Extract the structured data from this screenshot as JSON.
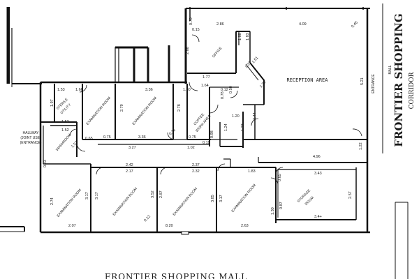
{
  "labels": {
    "reception": "RECEPTION   AREA",
    "office": "OFFICE",
    "hallway": "HALLWAY",
    "joint_use": "(JOINT USE)",
    "entrance_left": "(ENTRANCE)",
    "frontier_vertical": "FRONTIER  SHOPPING",
    "corridor": "CORRIDOR",
    "mall": "MALL",
    "entrance_right": "ENTRANCE",
    "bottom_title": "FRONTIER SHOPPING MALL",
    "sterile": "STERILE",
    "utility": "UTILITY",
    "examination_room": "EXAMINATION ROOM",
    "washroom": "WASHROOM",
    "coffee": "COFFEE",
    "work_area": "WORK AREA",
    "storage": "STORAGE",
    "room": "ROOM"
  },
  "dims": {
    "d286": "2.86",
    "d409": "4.09",
    "d046": "0.46",
    "d015": "0.15",
    "d070": "0.70",
    "d266": "2.66",
    "d188": "1.88",
    "d183": "1.83",
    "d151": "1.51",
    "d137": "1.37",
    "d136": "1.36",
    "d521": "5.21",
    "d177": "1.77",
    "d164": "1.64",
    "d153": "1.53",
    "d166": "1.66",
    "d336": "3.36",
    "d130": "1.30",
    "d012": "0.12",
    "d078": "0.78",
    "d050": "0.50",
    "d075": "0.75",
    "d327": "3.27",
    "d102": "1.02",
    "d019": "0.19",
    "d152": "1.52",
    "d197": "1.97",
    "d124": "1.24",
    "d123": "1.23",
    "d120": "1.20",
    "d279": "2.79",
    "d278": "2.78",
    "d098": "0.98",
    "d244": "2.44",
    "d065": "0.65",
    "d093": "0.93",
    "d157": "1.57",
    "d496": "4.96",
    "d122": "1.22",
    "d343": "3.43",
    "d343b": "3.4+",
    "d217": "2.17",
    "d242": "2.42",
    "d237": "2.37",
    "d232": "2.32",
    "d274": "2.74",
    "d317": "3.17",
    "d207": "2.07",
    "d820": "8.20",
    "d263": "2.63",
    "d257": "2.57",
    "d352": "3.52",
    "d287": "2.87",
    "d385": "3.85",
    "d087": "0.87"
  }
}
